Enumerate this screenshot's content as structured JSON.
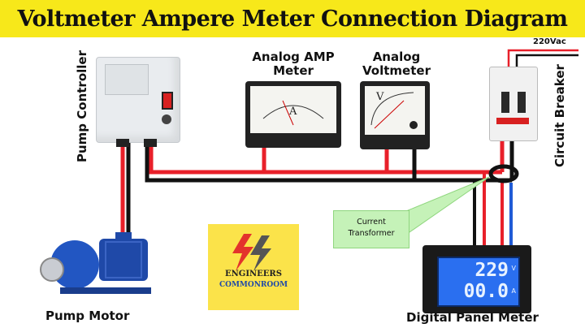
{
  "header": {
    "title": "Voltmeter Ampere Meter Connection Diagram"
  },
  "labels": {
    "pump_controller": "Pump Controller",
    "amp_meter": "Analog AMP Meter",
    "voltmeter": "Analog Voltmeter",
    "circuit_breaker": "Circuit Breaker",
    "supply": "220Vac",
    "current_transformer": "Current Transformer",
    "pump_motor": "Pump Motor",
    "digital_panel_meter": "Digital Panel Meter"
  },
  "amp_meter_face": {
    "unit": "A"
  },
  "voltmeter_face": {
    "unit": "V"
  },
  "digital_panel": {
    "voltage": "229",
    "voltage_unit": "V",
    "current": "00.0",
    "current_unit": "A"
  },
  "logo": {
    "line1": "ENGINEERS",
    "line2": "COMMONROOM"
  },
  "colors": {
    "title_bg": "#f7e81a",
    "wire_red": "#e8202a",
    "wire_black": "#111111",
    "wire_blue": "#1f5bd6",
    "callout_bg": "#c5f2b8"
  }
}
